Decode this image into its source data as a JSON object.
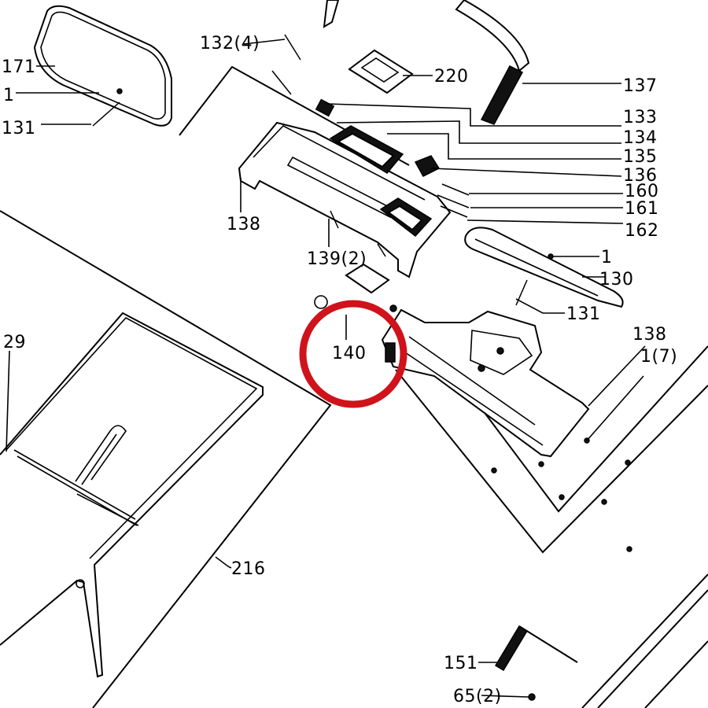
{
  "labels": {
    "l171": "171",
    "l1_top": "1",
    "l131_top": "131",
    "l132": "132(4)",
    "l220": "220",
    "l137": "137",
    "l133": "133",
    "l134": "134",
    "l135": "135",
    "l136": "136",
    "l160": "160",
    "l161": "161",
    "l162": "162",
    "l138_left": "138",
    "l139": "139(2)",
    "l1_mid": "1",
    "l130": "130",
    "l131_mid": "131",
    "l140": "140",
    "l138_right": "138",
    "l1_7": "1(7)",
    "l29": "29",
    "l216": "216",
    "l151": "151",
    "l65": "65(2)"
  },
  "colors": {
    "highlight_circle": "#d0121b",
    "line": "#000000",
    "background": "#ffffff"
  },
  "highlighted_part": "140"
}
